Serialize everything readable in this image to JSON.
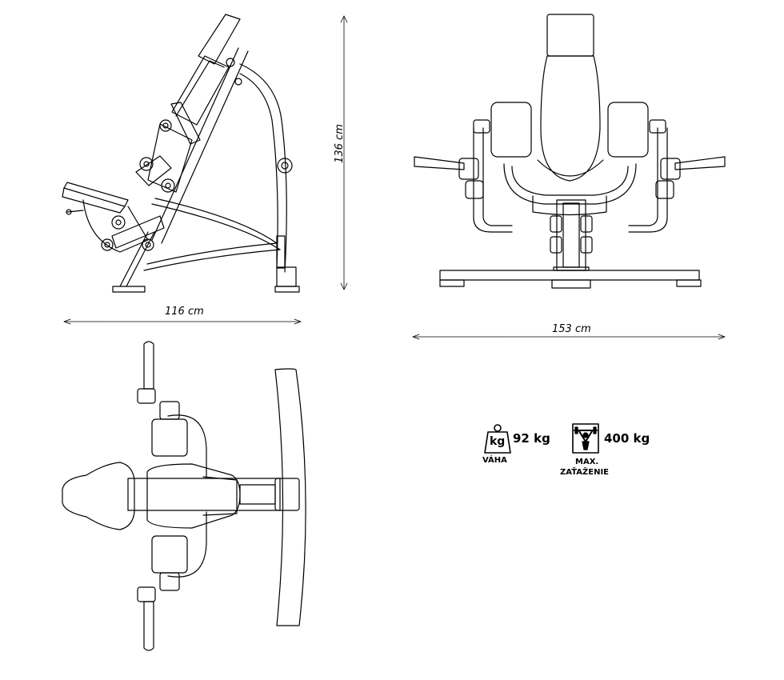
{
  "dimensions": {
    "height": "136 cm",
    "depth": "116 cm",
    "width": "153 cm"
  },
  "specs": {
    "weight": {
      "icon_label": "kg",
      "value": "92 kg",
      "caption": "VÁHA",
      "icon": "weight-kg-icon"
    },
    "max_load": {
      "value": "400 kg",
      "caption_line1": "MAX.",
      "caption_line2": "ZAŤAŽENIE",
      "icon": "max-load-lifter-icon"
    }
  }
}
